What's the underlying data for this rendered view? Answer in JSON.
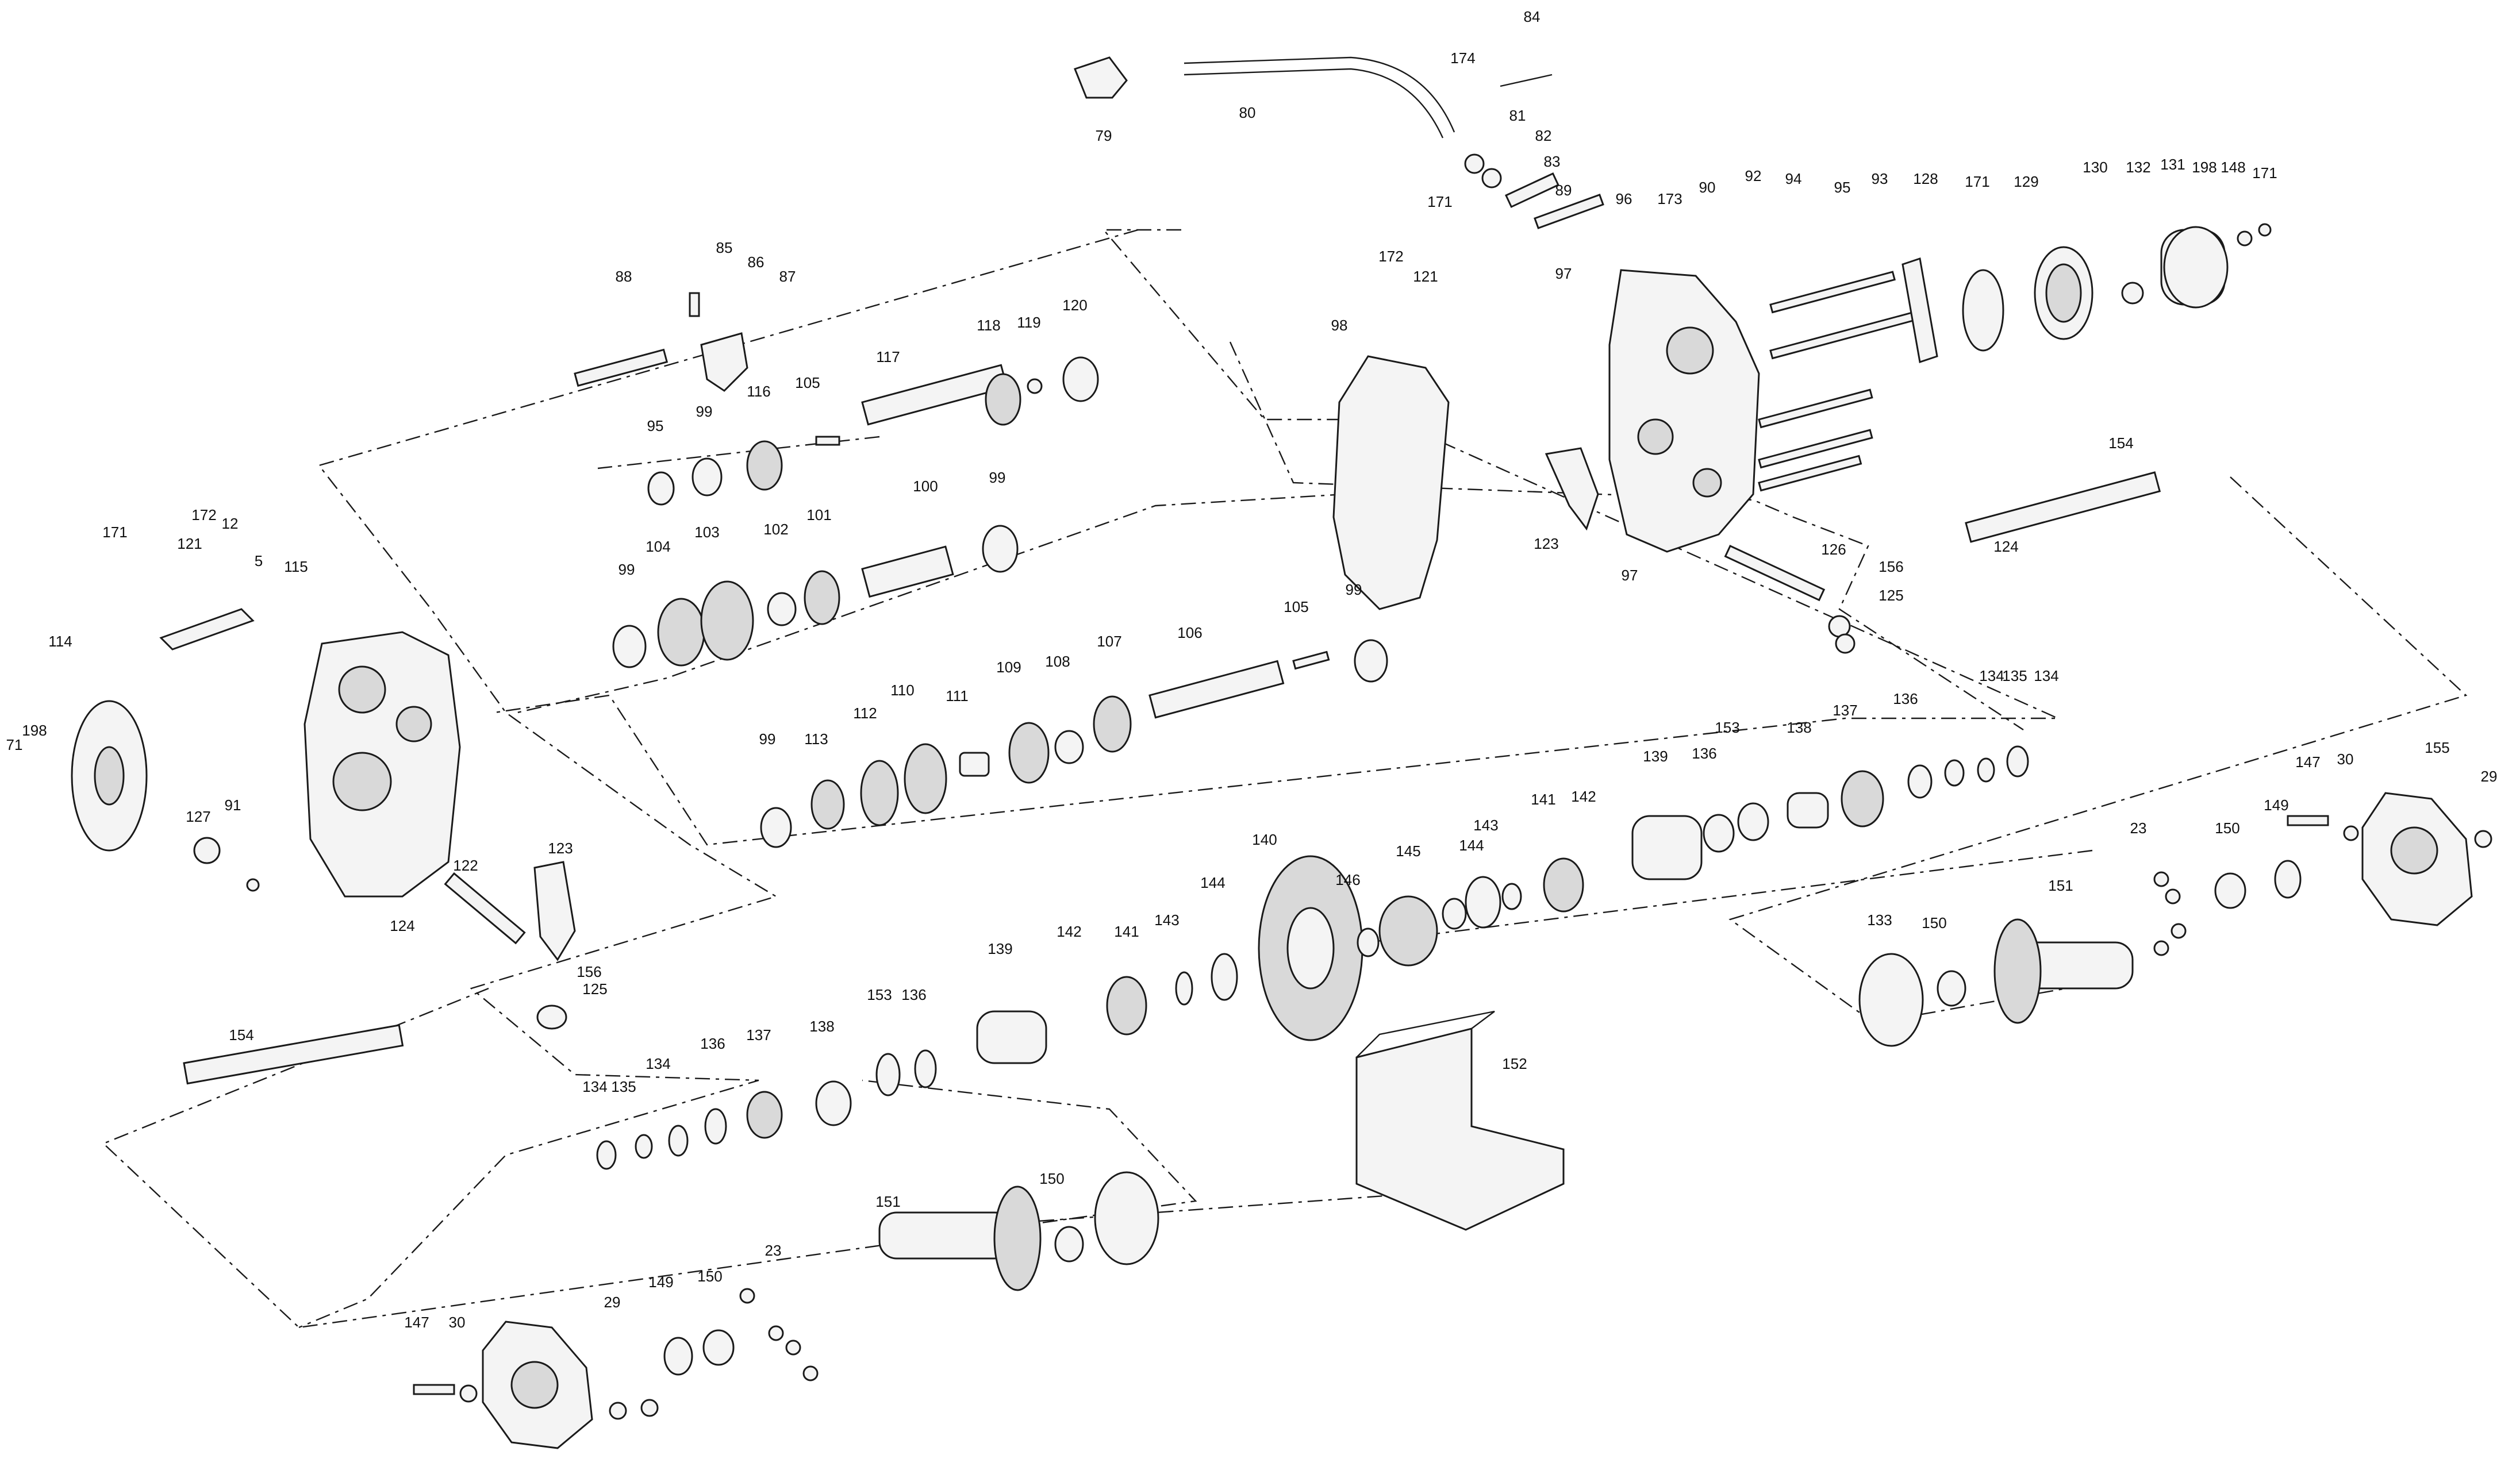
{
  "diagram": {
    "labels": [
      "84",
      "174",
      "80",
      "79",
      "81",
      "82",
      "83",
      "89",
      "171",
      "172",
      "121",
      "97",
      "173",
      "96",
      "90",
      "92",
      "94",
      "95",
      "93",
      "128",
      "171",
      "129",
      "130",
      "132",
      "131",
      "198",
      "148",
      "171",
      "98",
      "88",
      "85",
      "86",
      "87",
      "117",
      "118",
      "119",
      "120",
      "116",
      "105",
      "95",
      "99",
      "100",
      "99",
      "171",
      "172",
      "12",
      "121",
      "5",
      "115",
      "114",
      "71",
      "198",
      "99",
      "104",
      "103",
      "102",
      "101",
      "105",
      "99",
      "106",
      "107",
      "108",
      "109",
      "110",
      "111",
      "112",
      "113",
      "99",
      "123",
      "97",
      "154",
      "124",
      "126",
      "156",
      "125",
      "134",
      "135",
      "134",
      "136",
      "137",
      "138",
      "153",
      "136",
      "139",
      "142",
      "141",
      "143",
      "144",
      "145",
      "146",
      "140",
      "144",
      "143",
      "141",
      "142",
      "139",
      "153",
      "136",
      "138",
      "137",
      "136",
      "134",
      "135",
      "134",
      "147",
      "30",
      "155",
      "29",
      "149",
      "150",
      "151",
      "23",
      "133",
      "150",
      "127",
      "91",
      "122",
      "123",
      "124",
      "156",
      "125",
      "154",
      "152",
      "151",
      "150",
      "23",
      "150",
      "149",
      "29",
      "30",
      "147"
    ]
  }
}
